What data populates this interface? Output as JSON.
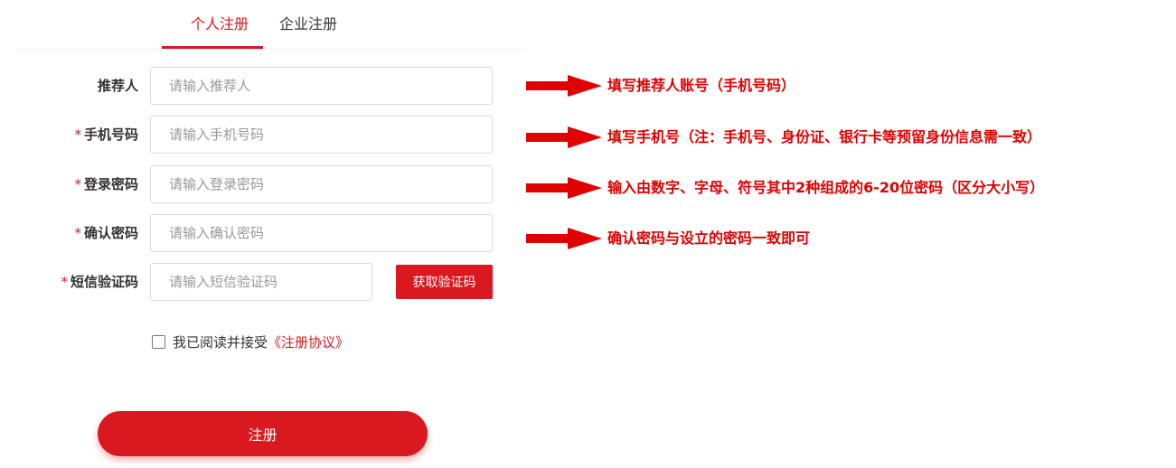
{
  "colors": {
    "accent": "#d9181f",
    "annotation": "#e00000"
  },
  "tabs": [
    {
      "label": "个人注册",
      "active": true
    },
    {
      "label": "企业注册",
      "active": false
    }
  ],
  "form": {
    "required_mark": "*",
    "fields": [
      {
        "label": "推荐人",
        "required": false,
        "placeholder": "请输入推荐人",
        "value": ""
      },
      {
        "label": "手机号码",
        "required": true,
        "placeholder": "请输入手机号码",
        "value": ""
      },
      {
        "label": "登录密码",
        "required": true,
        "placeholder": "请输入登录密码",
        "value": ""
      },
      {
        "label": "确认密码",
        "required": true,
        "placeholder": "请输入确认密码",
        "value": ""
      },
      {
        "label": "短信验证码",
        "required": true,
        "placeholder": "请输入短信验证码",
        "value": ""
      }
    ],
    "get_code_label": "获取验证码",
    "agreement_text": "我已阅读并接受",
    "agreement_link": "《注册协议》",
    "agreement_checked": false,
    "submit_label": "注册"
  },
  "annotations": [
    "填写推荐人账号（手机号码）",
    "填写手机号（注：手机号、身份证、银行卡等预留身份信息需一致）",
    "输入由数字、字母、符号其中2种组成的6-20位密码（区分大小写）",
    "确认密码与设立的密码一致即可"
  ]
}
